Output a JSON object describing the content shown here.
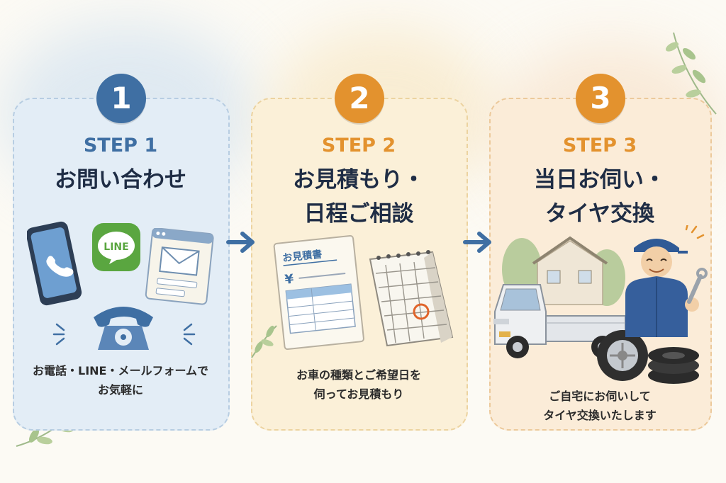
{
  "steps": [
    {
      "number": "1",
      "label": "STEP 1",
      "title": "お問い合わせ",
      "description": [
        "お電話・LINE・メールフォームで",
        "お気軽に"
      ],
      "illustration_text": "LINE",
      "color": "#3f6fa3",
      "icons": [
        "smartphone-icon",
        "line-app-icon",
        "email-form-icon",
        "telephone-icon"
      ]
    },
    {
      "number": "2",
      "label": "STEP 2",
      "title": [
        "お見積もり・",
        "日程ご相談"
      ],
      "description": [
        "お車の種類とご希望日を",
        "伺ってお見積もり"
      ],
      "illustration_text": [
        "お見積書",
        "¥"
      ],
      "color": "#e3922e",
      "icons": [
        "estimate-sheet-icon",
        "calendar-icon"
      ]
    },
    {
      "number": "3",
      "label": "STEP 3",
      "title": [
        "当日お伺い・",
        "タイヤ交換"
      ],
      "description": [
        "ご自宅にお伺いして",
        "タイヤ交換いたします"
      ],
      "color": "#e3922e",
      "icons": [
        "mechanic-icon",
        "kei-truck-icon",
        "tire-stack-icon",
        "house-icon"
      ]
    }
  ],
  "colors": {
    "blue": "#3f6fa3",
    "orange": "#e3922e",
    "navy": "#1f2d45"
  }
}
